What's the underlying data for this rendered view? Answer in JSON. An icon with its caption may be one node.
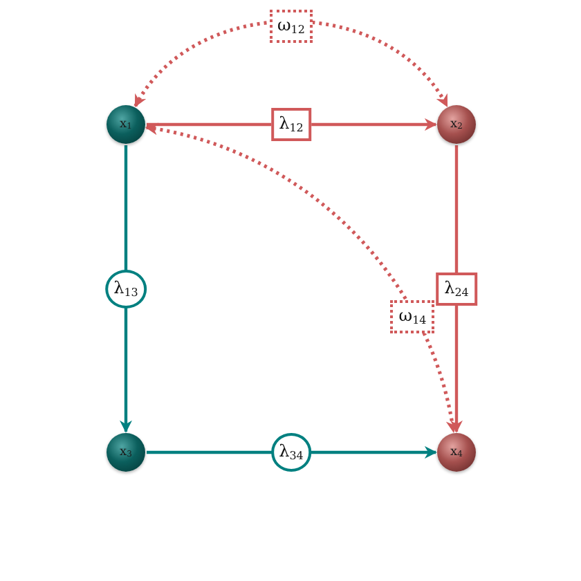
{
  "diagram": {
    "nodes": [
      {
        "text": [
          "x$_{1}$"
        ]
      },
      {
        "text": [
          "x$_{2}$"
        ]
      },
      {
        "text": [
          "x$_{3}$"
        ]
      },
      {
        "text": [
          "x$_{4}$"
        ]
      }
    ],
    "edges": [
      {
        "from": 0,
        "to": 1,
        "arrow": "both",
        "style": "dashed",
        "label": "ω$_{12}$"
      },
      {
        "from": 0,
        "to": 1,
        "arrow": "to",
        "label": "λ$_{12}$"
      },
      {
        "from": 0,
        "to": 2,
        "arrow": "to",
        "label": "λ$_{13}$",
        "color": "#008080"
      },
      {
        "from": 1,
        "to": 3,
        "arrow": "to",
        "label": "λ$_{24}$"
      },
      {
        "from": 0,
        "to": 3,
        "arrow": "both",
        "style": "dashed",
        "label": "ω$_{14}$"
      },
      {
        "from": 2,
        "to": 3,
        "arrow": "to",
        "label": "λ$_{34}$",
        "color": "#008080"
      }
    ]
  }
}
